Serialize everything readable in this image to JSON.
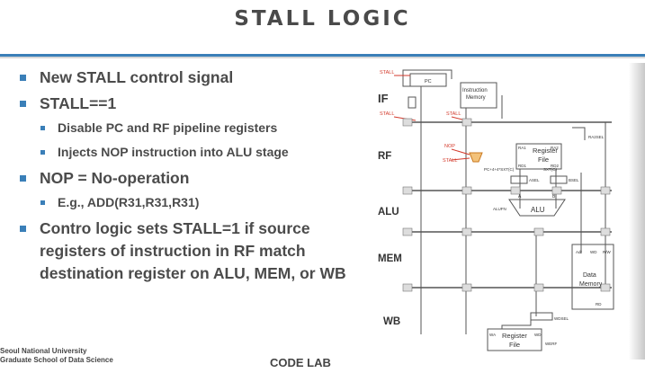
{
  "slide": {
    "title": "STALL LOGIC",
    "bullets": [
      {
        "text": "New STALL control signal",
        "level": 1
      },
      {
        "text": "STALL==1",
        "level": 1
      },
      {
        "text": "Disable PC and RF pipeline registers",
        "level": 2
      },
      {
        "text": "Injects NOP instruction into ALU stage",
        "level": 2
      },
      {
        "text": "NOP = No-operation",
        "level": 1
      },
      {
        "text": "E.g., ADD(R31,R31,R31)",
        "level": 2
      },
      {
        "text": "Contro logic sets STALL=1 if source registers of instruction in RF match destination register on ALU, MEM, or WB",
        "level": 1
      }
    ],
    "footer": {
      "university_line1": "Seoul National University",
      "university_line2": "Graduate School of Data Science",
      "lab": "CODE LAB"
    },
    "accent_color": "#3a7fb8"
  },
  "diagram": {
    "stages": {
      "if": "IF",
      "rf": "RF",
      "alu": "ALU",
      "mem": "MEM",
      "wb": "WB"
    },
    "labels": {
      "stall_pc": "STALL",
      "stall_if": "STALL",
      "stall_if2": "STALL",
      "nop": "NOP",
      "stall_rf": "STALL",
      "pc": "PC",
      "instr_mem_1": "Instruction",
      "instr_mem_2": "Memory",
      "reg_file_1": "Register",
      "reg_file_2": "File",
      "ra1": "RA1",
      "ra2": "RA2",
      "rd1": "RD1",
      "rd2": "RD2",
      "ra2sel": "RA2SEL",
      "pc4": "PC+4+4*SXT(C)",
      "sxtc": "SXT(C)",
      "asel": "ASEL",
      "bsel": "BSEL",
      "a": "A",
      "b": "B",
      "alu": "ALU",
      "alufn": "ALUFN",
      "adr": "Adr",
      "wd": "WD",
      "rw": "R/W",
      "rd": "RD",
      "data_mem_1": "Data",
      "data_mem_2": "Memory",
      "wdsel": "WDSEL",
      "wa": "WA",
      "wd2": "WD",
      "wb_reg_1": "Register",
      "wb_reg_2": "File",
      "werf": "WERF"
    },
    "colors": {
      "line": "#555555",
      "signal": "#d33a2c",
      "nop_mux": "#e8a23a"
    }
  }
}
